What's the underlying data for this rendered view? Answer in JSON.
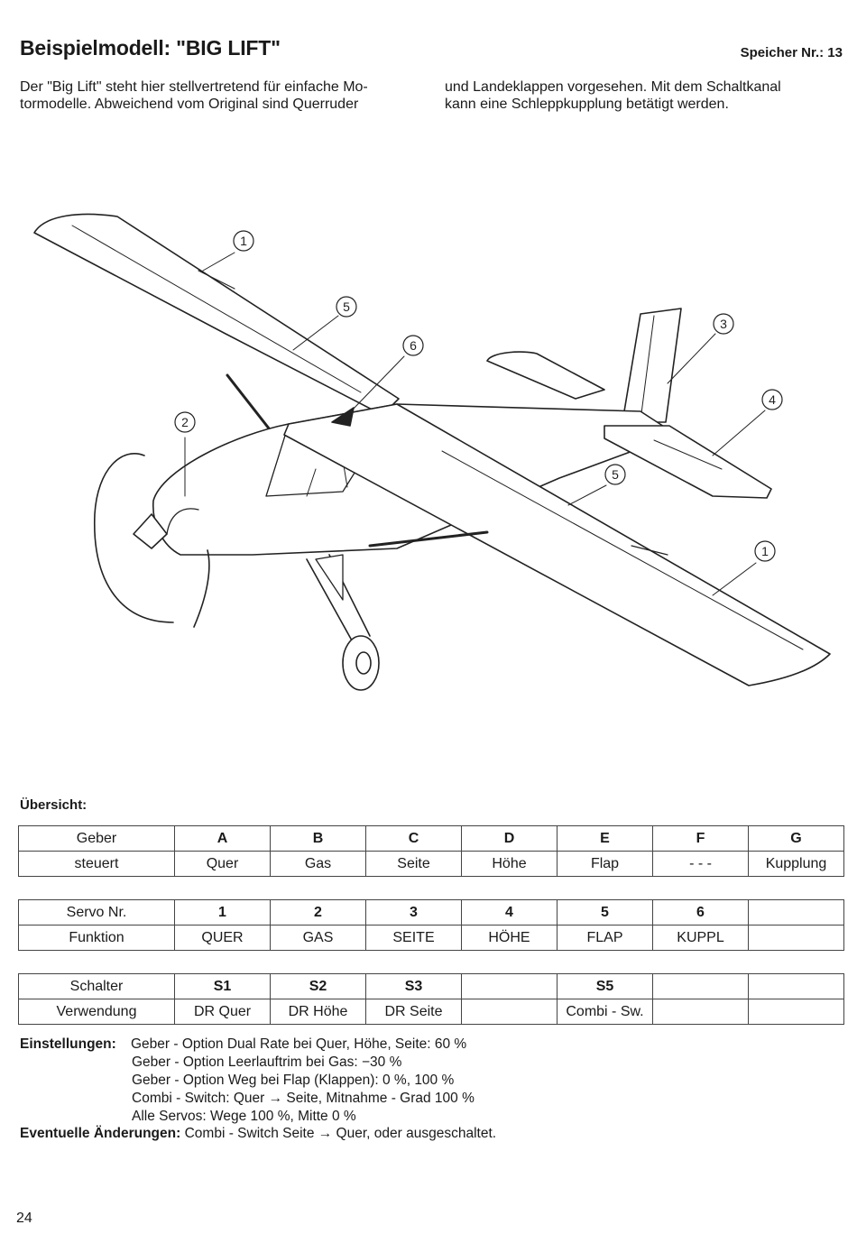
{
  "header": {
    "title": "Beispielmodell: \"BIG LIFT\"",
    "memory": "Speicher Nr.: 13"
  },
  "intro": {
    "col1": [
      "Der \"Big Lift\" steht hier stellvertretend für einfache Mo-",
      "tormodelle. Abweichend vom Original sind Querruder"
    ],
    "col2": [
      "und Landeklappen vorgesehen. Mit dem Schaltkanal",
      "kann eine Schleppkupplung betätigt werden."
    ]
  },
  "figure": {
    "callouts": [
      "1",
      "5",
      "6",
      "3",
      "2",
      "4",
      "5",
      "1"
    ]
  },
  "overview": {
    "label": "Übersicht:",
    "table1": {
      "header": [
        "Geber",
        "A",
        "B",
        "C",
        "D",
        "E",
        "F",
        "G"
      ],
      "row": [
        "steuert",
        "Quer",
        "Gas",
        "Seite",
        "Höhe",
        "Flap",
        "- - -",
        "Kupplung"
      ]
    },
    "table2": {
      "header": [
        "Servo Nr.",
        "1",
        "2",
        "3",
        "4",
        "5",
        "6",
        ""
      ],
      "row": [
        "Funktion",
        "QUER",
        "GAS",
        "SEITE",
        "HÖHE",
        "FLAP",
        "KUPPL",
        ""
      ]
    },
    "table3": {
      "header": [
        "Schalter",
        "S1",
        "S2",
        "S3",
        "",
        "S5",
        "",
        ""
      ],
      "row": [
        "Verwendung",
        "DR Quer",
        "DR Höhe",
        "DR Seite",
        "",
        "Combi - Sw.",
        "",
        ""
      ]
    }
  },
  "settings": {
    "label": "Einstellungen:",
    "lines": [
      "Geber - Option Dual Rate bei Quer, Höhe, Seite: 60 %",
      "Geber - Option Leerlauftrim bei Gas: −30 %",
      "Geber - Option Weg bei Flap (Klappen): 0 %, 100 %",
      "Combi - Switch: Quer → Seite, Mitnahme - Grad 100 %",
      "Alle Servos: Wege 100 %, Mitte 0 %"
    ]
  },
  "changes": {
    "label": "Eventuelle Änderungen:",
    "text": "Combi - Switch Seite → Quer, oder ausgeschaltet."
  },
  "page_number": "24"
}
